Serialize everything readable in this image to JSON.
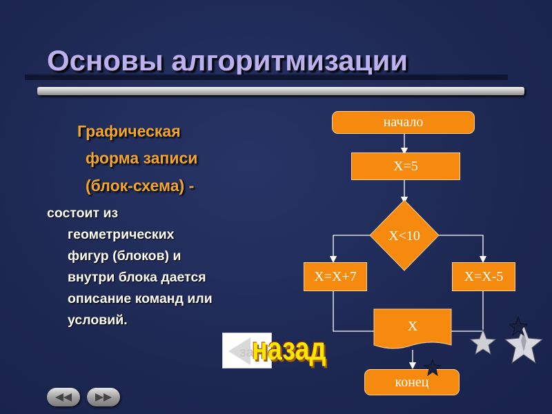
{
  "slide": {
    "title": "Основы алгоритмизации",
    "subtitle_lines": [
      "Графическая",
      "форма записи",
      "(блок-схема) -"
    ],
    "body_lines": [
      "состоит из",
      "геометрических",
      "фигур (блоков) и",
      "внутри блока дается",
      "описание команд или",
      "условий."
    ]
  },
  "flowchart": {
    "start": "начало",
    "assign": "X=5",
    "condition": "X<10",
    "left_branch": "X=X+7",
    "right_branch": "X=X-5",
    "output": "X",
    "end": "конец"
  },
  "navigation": {
    "back_label": "назад",
    "back_button_text": "за"
  },
  "colors": {
    "background": "#1e2a55",
    "title": "#bdb0ee",
    "subtitle": "#f3a62a",
    "block_fill": "#f58a0f",
    "back_label": "#ffe800"
  }
}
